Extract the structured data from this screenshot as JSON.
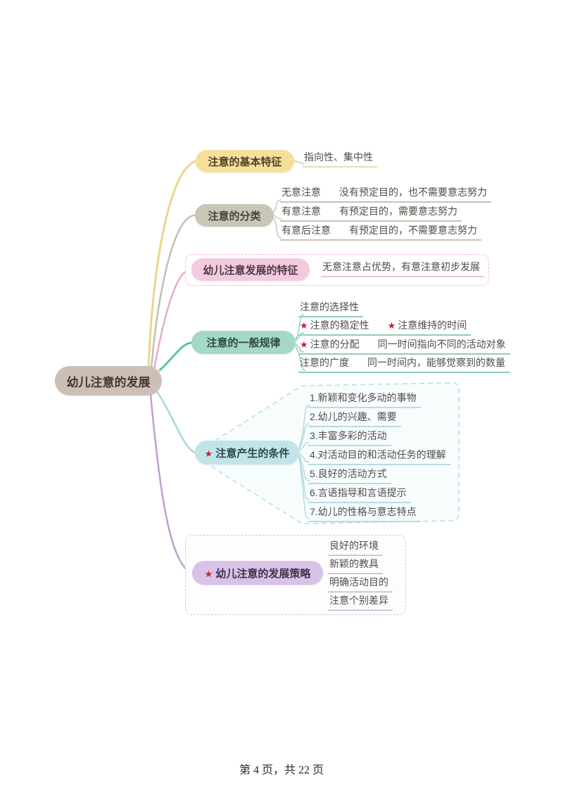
{
  "glyphs": {
    "star": "★"
  },
  "root": {
    "label": "幼儿注意的发展"
  },
  "branches": [
    {
      "label": "注意的基本特征",
      "children": [
        {
          "label": "指向性、集中性"
        }
      ]
    },
    {
      "label": "注意的分类",
      "children": [
        {
          "label": "无意注意",
          "desc": "没有预定目的，也不需要意志努力"
        },
        {
          "label": "有意注意",
          "desc": "有预定目的，需要意志努力"
        },
        {
          "label": "有意后注意",
          "desc": "有预定目的，不需要意志努力"
        }
      ]
    },
    {
      "label": "幼儿注意发展的特征",
      "children": [
        {
          "label": "无意注意占优势，有意注意初步发展"
        }
      ]
    },
    {
      "label": "注意的一般规律",
      "children": [
        {
          "label": "注意的选择性"
        },
        {
          "label": "注意的稳定性",
          "desc": "注意维持的时间"
        },
        {
          "label": "注意的分配",
          "desc": "同一时间指向不同的活动对象"
        },
        {
          "label": "注意的广度",
          "desc": "同一时间内，能够觉察到的数量"
        }
      ]
    },
    {
      "label": "注意产生的条件",
      "children": [
        {
          "label": "1.新颖和变化多动的事物"
        },
        {
          "label": "2.幼儿的兴趣、需要"
        },
        {
          "label": "3.丰富多彩的活动"
        },
        {
          "label": "4.对活动目的和活动任务的理解"
        },
        {
          "label": "5.良好的活动方式"
        },
        {
          "label": "6.言语指导和言语提示"
        },
        {
          "label": "7.幼儿的性格与意志特点"
        }
      ]
    },
    {
      "label": "幼儿注意的发展策略",
      "children": [
        {
          "label": "良好的环境"
        },
        {
          "label": "新颖的教具"
        },
        {
          "label": "明确活动目的"
        },
        {
          "label": "注意个别差异"
        }
      ]
    }
  ],
  "page": {
    "footer": "第 4 页，共 22 页"
  },
  "colors": {
    "root_bg": "#cbbfb6",
    "branch_basic": "#f7df9b",
    "branch_classification": "#c9c6b7",
    "branch_features": "#f3cadf",
    "branch_rules": "#a4dac5",
    "branch_conditions": "#c1e4e9",
    "branch_strategies": "#d9c1e7",
    "star_red": "#c3242b"
  }
}
